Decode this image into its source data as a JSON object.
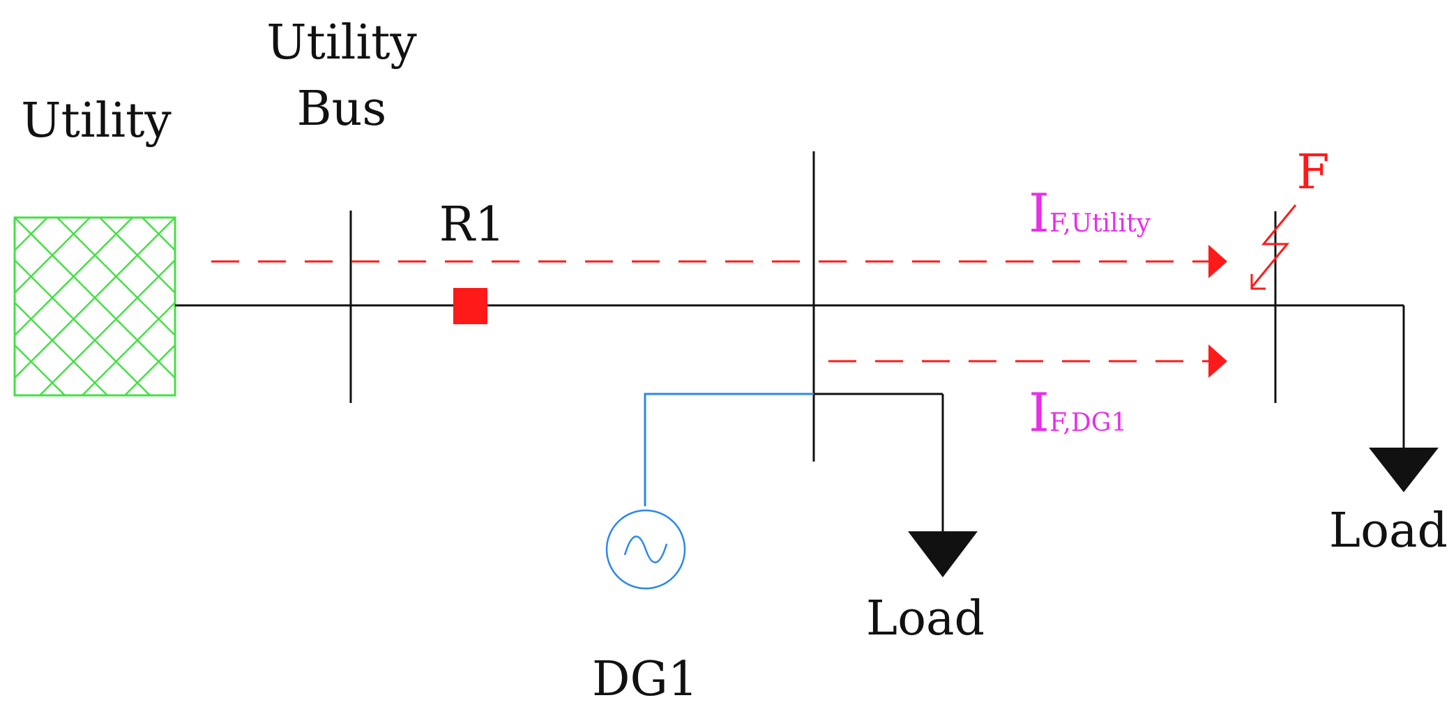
{
  "labels": {
    "utility": "Utility",
    "utility_bus_line1": "Utility",
    "utility_bus_line2": "Bus",
    "relay": "R1",
    "fault": "F",
    "fault_current_utility_main": "I",
    "fault_current_utility_sub": "F,Utility",
    "fault_current_dg_main": "I",
    "fault_current_dg_sub": "F,DG1",
    "load_mid": "Load",
    "load_right": "Load",
    "generator": "DG1"
  },
  "colors": {
    "utility_source": "#44e044",
    "line": "#111111",
    "dg_line": "#2b87ea",
    "relay": "#ff1a1a",
    "fault_path": "#ff1a1a",
    "current_label": "#e82ee8"
  },
  "icons": {
    "utility_source": "hatched-grid-source-icon",
    "relay": "breaker-square-icon",
    "fault": "lightning-fault-icon",
    "generator": "ac-generator-icon",
    "load": "load-triangle-icon"
  }
}
